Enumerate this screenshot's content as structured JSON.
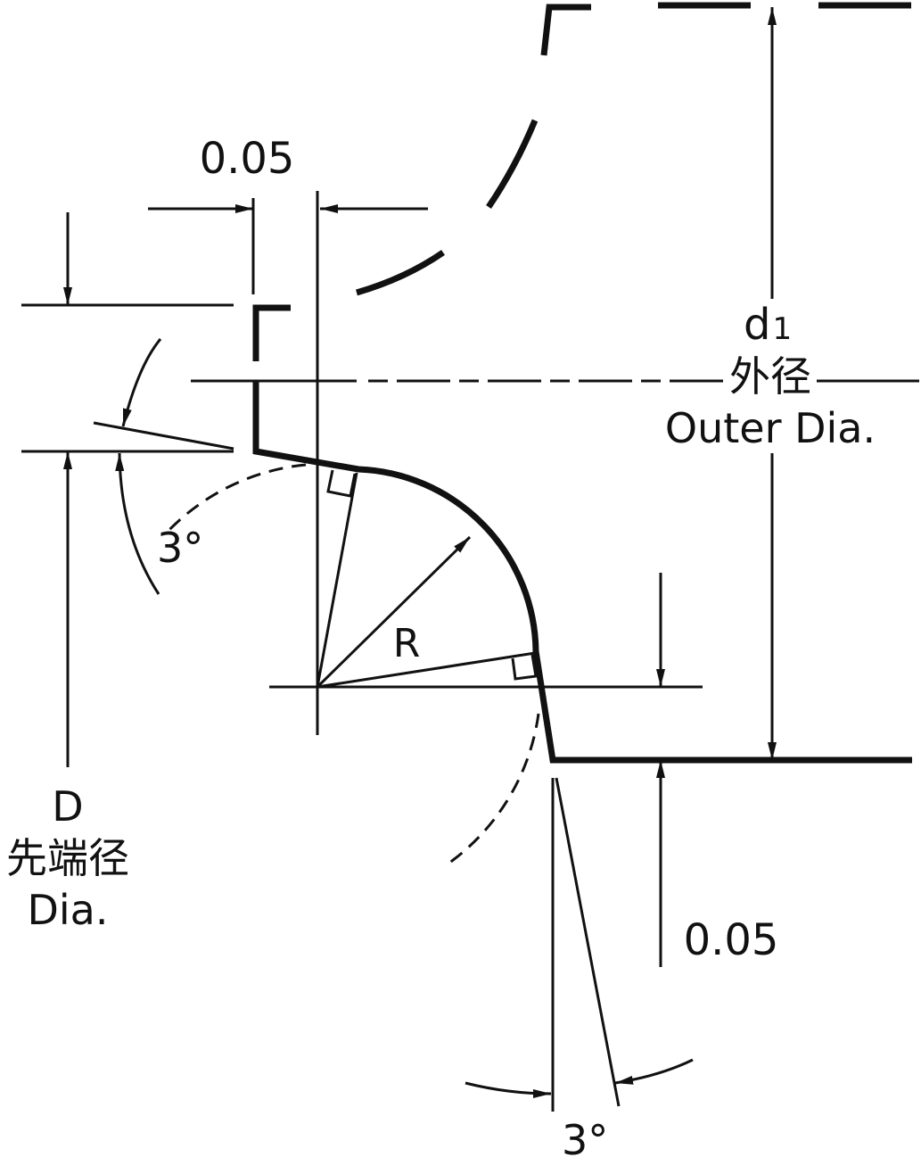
{
  "colors": {
    "ink": "#111111",
    "background": "#ffffff"
  },
  "labels": {
    "top_offset": "0.05",
    "bottom_offset": "0.05",
    "radius": "R",
    "angle_top": "3°",
    "angle_bottom": "3°",
    "d1_symbol": "d",
    "d1_subscript": "1",
    "d1_jp": "外径",
    "d1_en": "Outer Dia.",
    "D_symbol": "D",
    "D_jp": "先端径",
    "D_en": "Dia."
  }
}
